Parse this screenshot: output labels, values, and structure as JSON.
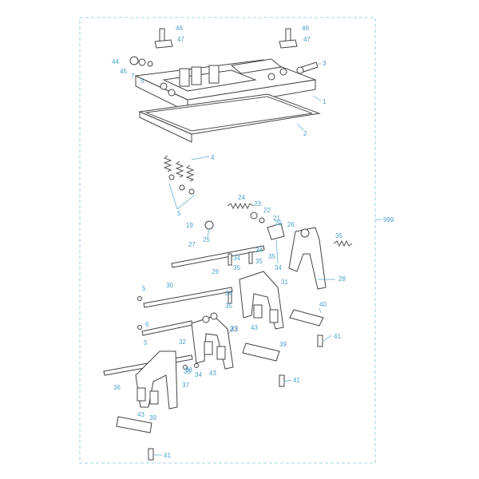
{
  "callouts": {
    "c1": "1",
    "c2": "2",
    "c3": "3",
    "c4": "4",
    "c5a": "5",
    "c5b": "5",
    "c5c": "5",
    "c5d": "5",
    "c6": "6",
    "c7": "7",
    "c19": "19",
    "c20": "20",
    "c21": "21",
    "c22": "22",
    "c23": "23",
    "c24": "24",
    "c25": "25",
    "c26": "26",
    "c27": "27",
    "c28": "28",
    "c29": "29",
    "c30": "30",
    "c31": "31",
    "c32": "32",
    "c33": "33",
    "c34a": "34",
    "c34b": "34",
    "c34c": "34",
    "c34d": "34",
    "c34e": "34",
    "c35a": "35",
    "c35b": "35",
    "c35c": "35",
    "c35d": "35",
    "c35e": "35",
    "c35f": "35",
    "c36": "36",
    "c37": "37",
    "c38": "38",
    "c39a": "39",
    "c39b": "39",
    "c40": "40",
    "c41a": "41",
    "c41b": "41",
    "c41c": "41",
    "c43a": "43",
    "c43b": "43",
    "c43c": "43",
    "c44": "44",
    "c45": "45",
    "c46a": "46",
    "c46b": "46",
    "c47a": "47",
    "c47b": "47",
    "c999": "999"
  },
  "colors": {
    "callout": "#4aa0c8",
    "highlight": "#1f5f9e",
    "frame": "#8cc3dc",
    "line": "#444444"
  }
}
